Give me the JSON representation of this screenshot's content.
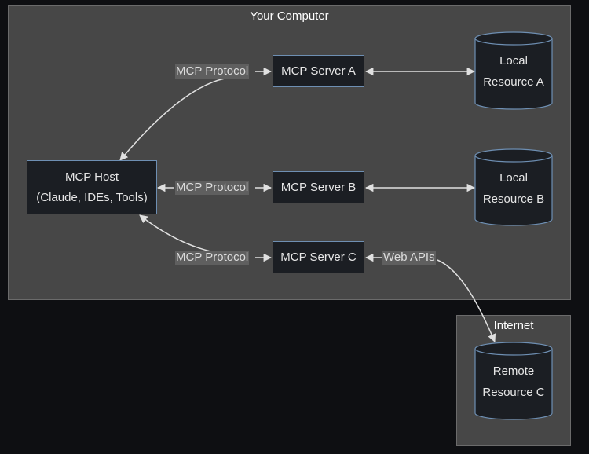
{
  "groups": {
    "computer": "Your Computer",
    "internet": "Internet"
  },
  "nodes": {
    "host": {
      "line1": "MCP Host",
      "line2": "(Claude, IDEs, Tools)"
    },
    "server_a": "MCP Server A",
    "server_b": "MCP Server B",
    "server_c": "MCP Server C",
    "resource_a": {
      "line1": "Local",
      "line2": "Resource A"
    },
    "resource_b": {
      "line1": "Local",
      "line2": "Resource B"
    },
    "resource_c": {
      "line1": "Remote",
      "line2": "Resource C"
    }
  },
  "edges": {
    "host_server_a": "MCP Protocol",
    "host_server_b": "MCP Protocol",
    "host_server_c": "MCP Protocol",
    "server_c_remote": "Web APIs"
  },
  "colors": {
    "background": "#0e0f12",
    "group_fill": "#474747",
    "node_fill": "#1b1e23",
    "node_border": "#6e8fb3",
    "edge": "#e0e0e0"
  }
}
